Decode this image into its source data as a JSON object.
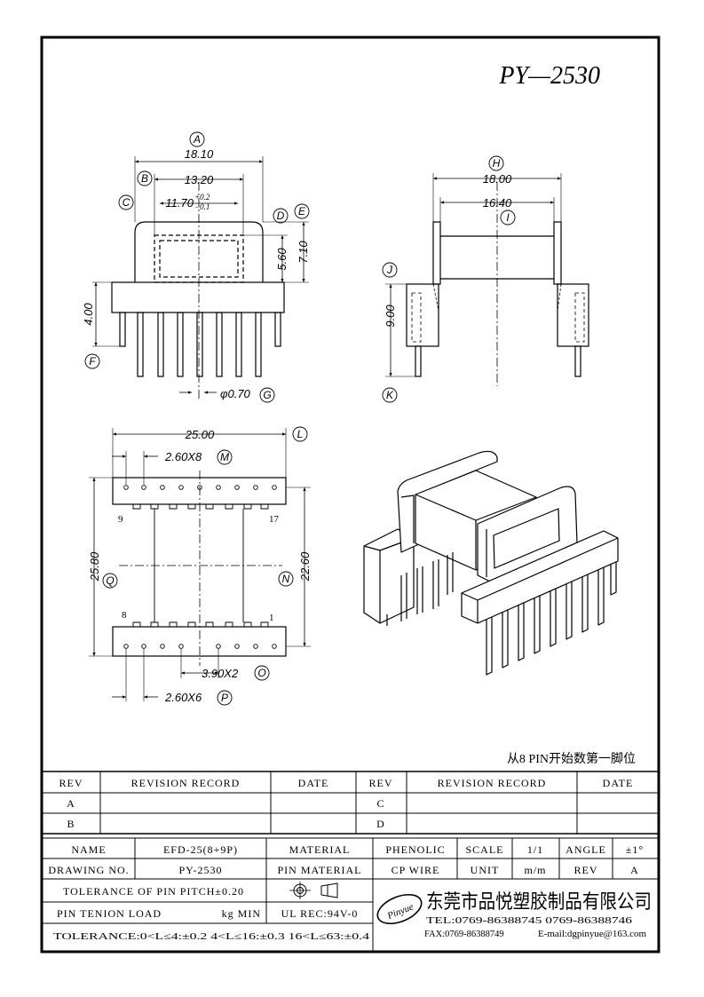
{
  "part_number": "PY—2530",
  "front_view": {
    "labels": {
      "A": "A",
      "B": "B",
      "C": "C",
      "D": "D",
      "E": "E",
      "F": "F",
      "G": "G"
    },
    "dims": {
      "A": "18.10",
      "B": "13.20",
      "C_base": "11.70",
      "C_tol_plus": "+0.2",
      "C_tol_minus": "−0.1",
      "D": "5.60",
      "E": "7.10",
      "F": "4.00",
      "G": "φ0.70"
    }
  },
  "side_view": {
    "labels": {
      "H": "H",
      "I": "I",
      "J": "J",
      "K": "K"
    },
    "dims": {
      "H": "18.00",
      "I": "16.40",
      "J": "9.00"
    }
  },
  "bottom_view": {
    "labels": {
      "L": "L",
      "M": "M",
      "N": "N",
      "O": "O",
      "P": "P",
      "Q": "Q"
    },
    "dims": {
      "L": "25.00",
      "M": "2.60X8",
      "N": "22.60",
      "O": "3.90X2",
      "P": "2.60X6",
      "Q": "25.80"
    },
    "pin_numbers": {
      "top_left": "9",
      "top_right": "17",
      "bottom_left": "8",
      "bottom_right": "1"
    }
  },
  "pin_note": "从8 PIN开始数第一脚位",
  "revision_table": {
    "headers": {
      "rev": "REV",
      "record": "REVISION RECORD",
      "date": "DATE"
    },
    "left_rows": [
      "A",
      "B"
    ],
    "right_rows": [
      "C",
      "D"
    ]
  },
  "title_block": {
    "name_label": "NAME",
    "name_value": "EFD-25(8+9P)",
    "material_label": "MATERIAL",
    "material_value": "PHENOLIC",
    "scale_label": "SCALE",
    "scale_value": "1/1",
    "angle_label": "ANGLE",
    "angle_value": "±1°",
    "drawing_no_label": "DRAWING NO.",
    "drawing_no_value": "PY-2530",
    "pin_material_label": "PIN MATERIAL",
    "pin_material_value": "CP WIRE",
    "unit_label": "UNIT",
    "unit_value": "m/m",
    "rev_label": "REV",
    "rev_value": "A",
    "tolerance_pitch": "TOLERANCE OF PIN PITCH±0.20",
    "pin_tension_label": "PIN TENION LOAD",
    "pin_tension_unit": "kg MIN",
    "ul_rec": "UL REC:94V-0",
    "tolerance_general": "TOLERANCE:0<L≤4:±0.2  4<L≤16:±0.3  16<L≤63:±0.4",
    "company_name": "东莞市品悦塑胶制品有限公司",
    "logo_text": "Pinyue",
    "tel": "TEL:0769-86388745   0769-86388746",
    "fax": "FAX:0769-86388749",
    "email": "E-mail:dgpinyue@163.com"
  }
}
